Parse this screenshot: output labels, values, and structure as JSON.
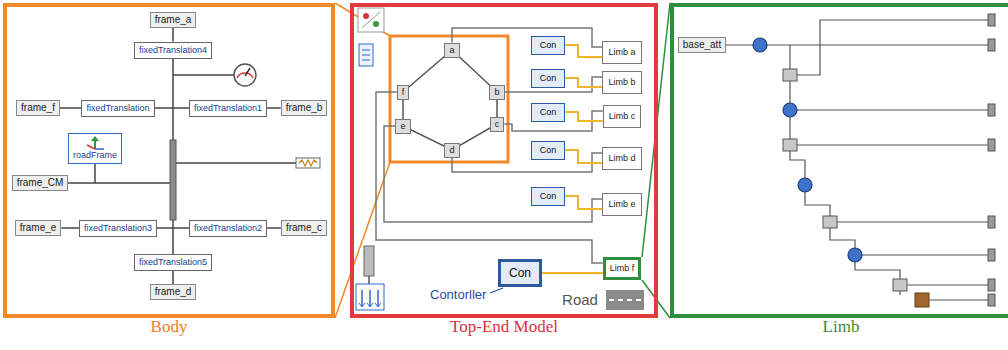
{
  "diagram": {
    "nodes": [
      {
        "text": [
          "Body"
        ]
      },
      {
        "text": [
          "frame_a"
        ],
        "in": 0
      },
      {
        "text": [
          "fixedTranslation4"
        ],
        "in": 0
      },
      {
        "text": [
          "frame_f"
        ],
        "in": 0
      },
      {
        "text": [
          "fixedTranslation"
        ],
        "in": 0
      },
      {
        "text": [
          "fixedTranslation1"
        ],
        "in": 0
      },
      {
        "text": [
          "frame_b"
        ],
        "in": 0
      },
      {
        "text": [
          "roadFrame"
        ],
        "in": 0
      },
      {
        "text": [
          "frame_CM"
        ],
        "in": 0
      },
      {
        "text": [
          "frame_e"
        ],
        "in": 0
      },
      {
        "text": [
          "fixedTranslation3"
        ],
        "in": 0
      },
      {
        "text": [
          "fixedTranslation2"
        ],
        "in": 0
      },
      {
        "text": [
          "frame_c"
        ],
        "in": 0
      },
      {
        "text": [
          "fixedTranslation5"
        ],
        "in": 0
      },
      {
        "text": [
          "frame_d"
        ],
        "in": 0
      },
      {
        "text": [
          "Top-End Model"
        ]
      },
      {
        "text": [
          "a"
        ],
        "in": 15
      },
      {
        "text": [
          "f"
        ],
        "in": 15
      },
      {
        "text": [
          "b"
        ],
        "in": 15
      },
      {
        "text": [
          "c"
        ],
        "in": 15
      },
      {
        "text": [
          "e"
        ],
        "in": 15
      },
      {
        "text": [
          "d"
        ],
        "in": 15
      },
      {
        "text": [
          "Con"
        ],
        "in": 15
      },
      {
        "text": [
          "Limb a"
        ],
        "in": 15
      },
      {
        "text": [
          "Con"
        ],
        "in": 15
      },
      {
        "text": [
          "Limb b"
        ],
        "in": 15
      },
      {
        "text": [
          "Con"
        ],
        "in": 15
      },
      {
        "text": [
          "Limb c"
        ],
        "in": 15
      },
      {
        "text": [
          "Con"
        ],
        "in": 15
      },
      {
        "text": [
          "Limb d"
        ],
        "in": 15
      },
      {
        "text": [
          "Con"
        ],
        "in": 15
      },
      {
        "text": [
          "Limb e"
        ],
        "in": 15
      },
      {
        "text": [
          "Con"
        ],
        "in": 15
      },
      {
        "text": [
          "Limb f"
        ],
        "in": 15
      },
      {
        "text": [
          "Road"
        ],
        "in": 15
      },
      {
        "text": [
          "Limb"
        ]
      },
      {
        "text": [
          "base_att"
        ],
        "in": 35
      }
    ],
    "edges": [
      {
        "from": 1,
        "to": 2,
        "arrow": "none"
      },
      {
        "from": 3,
        "to": 4,
        "arrow": "none"
      },
      {
        "from": 5,
        "to": 6,
        "arrow": "none"
      },
      {
        "from": 9,
        "to": 10,
        "arrow": "none"
      },
      {
        "from": 11,
        "to": 12,
        "arrow": "none"
      },
      {
        "from": 13,
        "to": 14,
        "arrow": "none"
      },
      {
        "from": 16,
        "to": 23,
        "arrow": "none"
      },
      {
        "from": 18,
        "to": 25,
        "arrow": "none"
      },
      {
        "from": 19,
        "to": 27,
        "arrow": "none"
      },
      {
        "from": 21,
        "to": 29,
        "arrow": "none"
      },
      {
        "from": 20,
        "to": 31,
        "arrow": "none"
      },
      {
        "from": 17,
        "to": 33,
        "arrow": "none"
      },
      {
        "from": 22,
        "to": 23,
        "arrow": "none"
      },
      {
        "from": 24,
        "to": 25,
        "arrow": "none"
      },
      {
        "from": 26,
        "to": 27,
        "arrow": "none"
      },
      {
        "from": 28,
        "to": 29,
        "arrow": "none"
      },
      {
        "from": 30,
        "to": 31,
        "arrow": "none"
      },
      {
        "from": 32,
        "to": 33,
        "arrow": "none"
      }
    ],
    "labels": [
      "Contorller"
    ]
  }
}
